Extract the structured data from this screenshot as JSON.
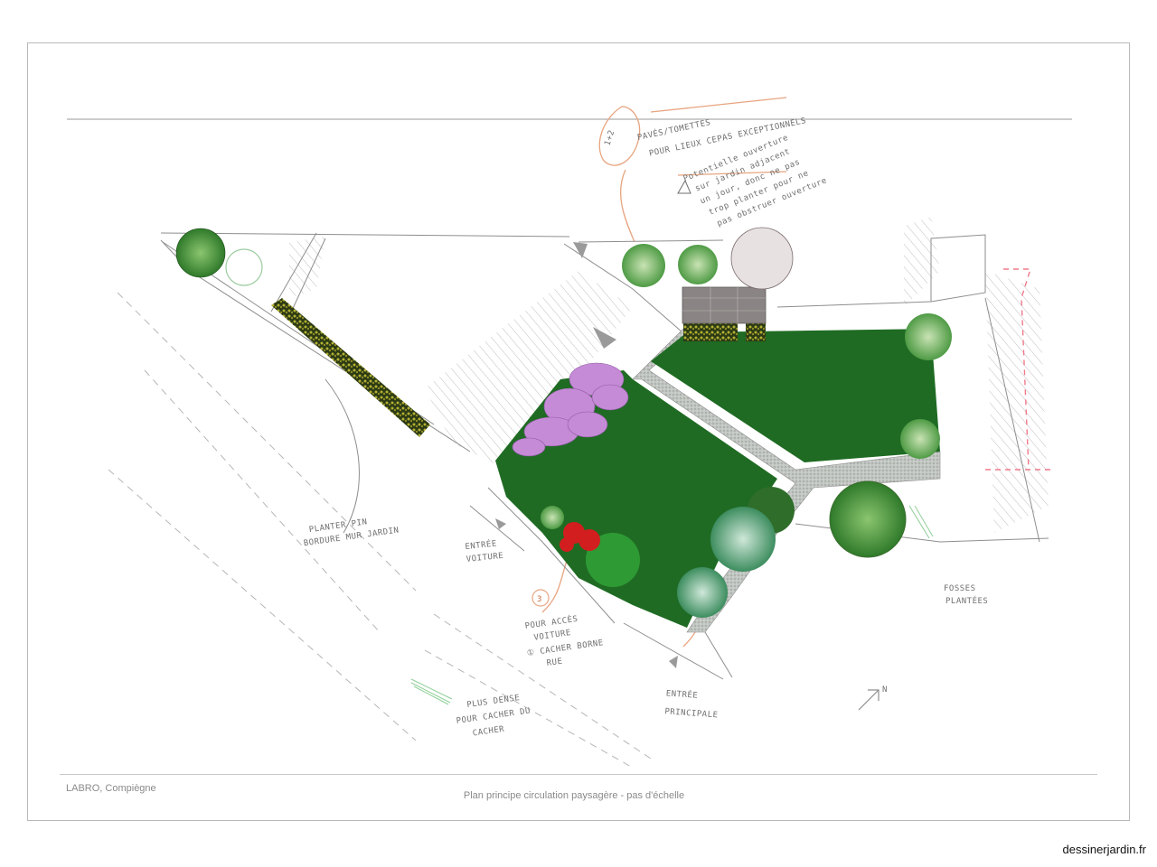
{
  "footer": {
    "client": "LABRO, Compiègne",
    "caption": "Plan principe circulation paysagère - pas d'échelle"
  },
  "watermark": "dessinerjardin.fr",
  "annotations": {
    "pave_title": "PAVÉS/TOMETTES",
    "pave_sub": "POUR LIEUX CEPAS EXCEPTIONNELS",
    "circled_12": "1+2",
    "note_1": "Potentielle ouverture",
    "note_2": "sur jardin adjacent",
    "note_3": "un jour, donc ne pas",
    "note_4": "trop planter pour ne",
    "note_5": "pas obstruer ouverture",
    "circled_3": "3",
    "planter_pin_1": "PLANTER PIN",
    "planter_pin_2": "BORDURE MUR JARDIN",
    "entree_voiture_1": "ENTRÉE",
    "entree_voiture_2": "VOITURE",
    "pour_acces_1": "POUR ACCÈS",
    "pour_acces_2": "VOITURE",
    "pour_acces_3": "① CACHER BORNE",
    "pour_acces_4": "RUE",
    "plus_dense_1": "PLUS DENSE",
    "plus_dense_2": "POUR CACHER DU",
    "plus_dense_3": "CACHER",
    "entree_principale_1": "ENTRÉE",
    "entree_principale_2": "PRINCIPALE",
    "fourmis_1": "FOSSES",
    "fourmis_2": "PLANTÉES",
    "north": "N"
  },
  "colors": {
    "lawn": "#1f6b23",
    "lawn_dark": "#185a1c",
    "gravel": "#b8bdb8",
    "tree_green": "#4f9b3a",
    "hedge_yellow": "#8c8c1e",
    "lilac": "#c58bd6",
    "red_flowers": "#d21e1e",
    "orange_sketch": "#e7a47f",
    "pencil": "#8e8e8e",
    "pink_dash": "#f07a8a"
  }
}
